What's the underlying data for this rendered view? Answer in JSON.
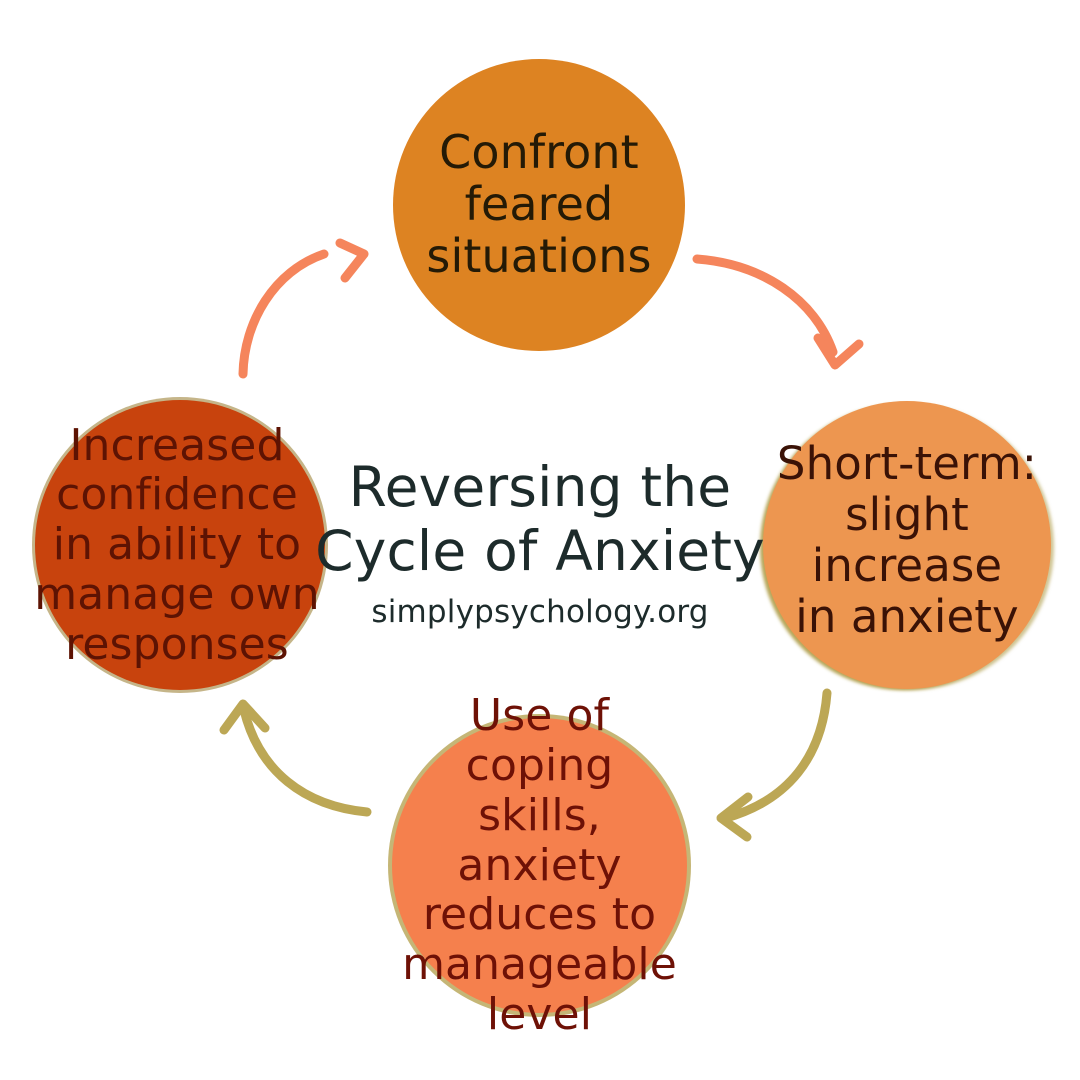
{
  "diagram": {
    "title": "Reversing the\nCycle of Anxiety",
    "subtitle": "simplypsychology.org",
    "background_color": "#ffffff",
    "title_color": "#1d2b2b"
  },
  "nodes": [
    {
      "id": "confront",
      "position": "top",
      "label": "Confront\nfeared\nsituations",
      "fill_color": "#dd8322",
      "text_color": "#241a06"
    },
    {
      "id": "short-term",
      "position": "right",
      "label": "Short-term:\nslight\nincrease\nin anxiety",
      "fill_color": "#ed9650",
      "text_color": "#3a1206",
      "rim_color": "#b29e48"
    },
    {
      "id": "coping",
      "position": "bottom",
      "label": "Use of coping\nskills, anxiety\nreduces to\nmanageable\nlevel",
      "fill_color": "#f5804d",
      "text_color": "#6e1106",
      "rim_color": "#b29e48"
    },
    {
      "id": "confidence",
      "position": "left",
      "label": "Increased\nconfidence\nin ability to\nmanage own\nresponses",
      "fill_color": "#c8430d",
      "text_color": "#5d1303",
      "rim_color": "#96782 8"
    }
  ],
  "arrows": [
    {
      "id": "confidence-to-confront",
      "from": "confidence",
      "to": "confront",
      "color": "#f5855c",
      "direction": "up-right"
    },
    {
      "id": "confront-to-short-term",
      "from": "confront",
      "to": "short-term",
      "color": "#f5855c",
      "direction": "down-right"
    },
    {
      "id": "short-term-to-coping",
      "from": "short-term",
      "to": "coping",
      "color": "#bca755",
      "direction": "down-left"
    },
    {
      "id": "coping-to-confidence",
      "from": "coping",
      "to": "confidence",
      "color": "#bca755",
      "direction": "up-left"
    }
  ]
}
